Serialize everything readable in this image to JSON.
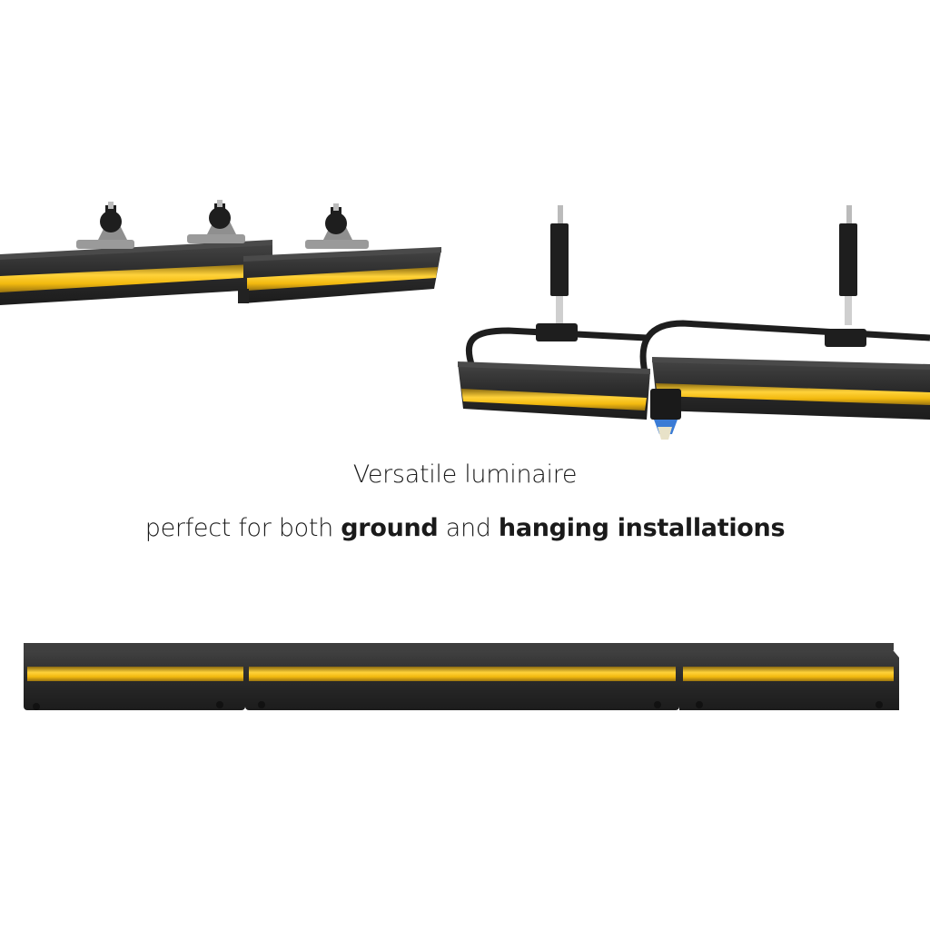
{
  "caption": {
    "line1": "Versatile luminaire",
    "line2_prefix": "perfect for both ",
    "line2_bold1": "ground",
    "line2_mid": " and ",
    "line2_bold2": "hanging installations"
  },
  "colors": {
    "housing": "#2b2b2b",
    "housing_top": "#3a3a3a",
    "light": "#f2b90f",
    "light_glow": "#ffd84a",
    "clamp": "#1e1e1e",
    "bracket": "#9a9a9a"
  }
}
